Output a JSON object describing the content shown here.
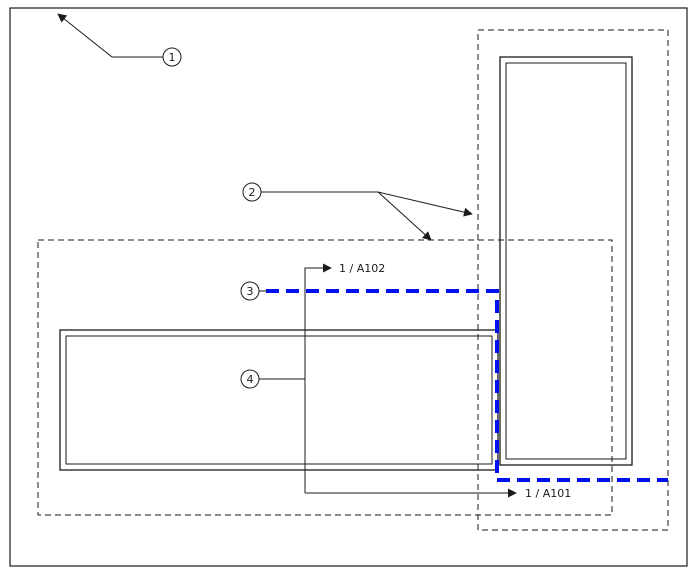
{
  "drawing": {
    "callouts": [
      {
        "label": "1"
      },
      {
        "label": "2"
      },
      {
        "label": "3"
      },
      {
        "label": "4"
      }
    ],
    "view_references": {
      "a102": "1 / A102",
      "a101": "1 / A101"
    },
    "colors": {
      "matchline": "#0010ee",
      "line": "#1a1a1a",
      "background": "#ffffff"
    }
  }
}
